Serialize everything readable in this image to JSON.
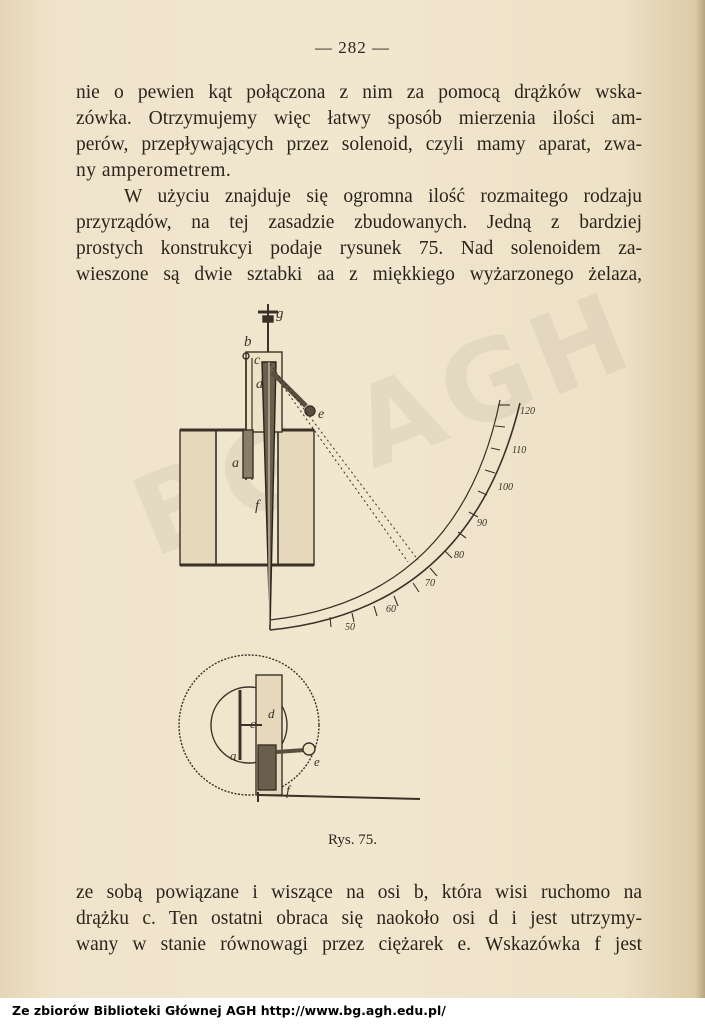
{
  "page_number": "— 282 —",
  "paragraph_top": [
    "nie o pewien kąt połączona z nim za pomocą drążków wska-",
    "zówka. Otrzymujemy więc łatwy sposób mierzenia ilości am-",
    "perów, przepływających przez solenoid, czyli mamy aparat, zwa-",
    "ny amperometrem.",
    "W użyciu znajduje się ogromna ilość rozmaitego rodzaju",
    "przyrządów, na tej zasadzie zbudowanych. Jedną z bardziej",
    "prostych konstrukcyi podaje rysunek 75. Nad solenoidem za-",
    "wieszone są dwie sztabki aa z miękkiego wyżarzonego żelaza,"
  ],
  "figure": {
    "labels": {
      "g": "g",
      "b": "b",
      "c": "c",
      "d": "d",
      "e": "e",
      "a": "a",
      "f": "f"
    },
    "scale_ticks": [
      "50",
      "60",
      "70",
      "80",
      "90",
      "100",
      "110",
      "120"
    ],
    "caption": "Rys. 75."
  },
  "paragraph_bottom": [
    "ze sobą powiązane i wiszące na osi b, która wisi ruchomo na",
    "drążku c. Ten ostatni obraca się naokoło osi d i jest utrzymy-",
    "wany w stanie równowagi przez ciężarek e. Wskazówka f jest"
  ],
  "watermark": "BG AGH",
  "footer": "Ze zbiorów Biblioteki Głównej AGH  http://www.bg.agh.edu.pl/"
}
